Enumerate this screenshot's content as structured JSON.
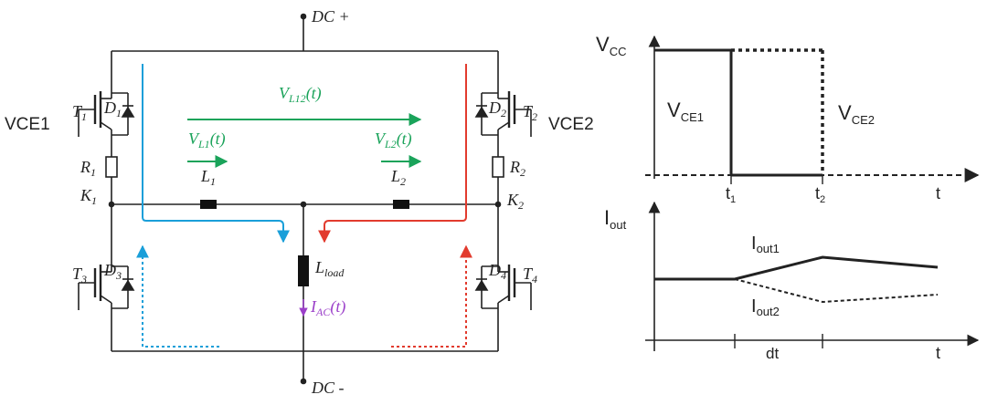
{
  "circuit": {
    "dc_plus": "DC +",
    "dc_minus": "DC -",
    "vce1_label": "VCE1",
    "vce2_label": "VCE2",
    "t1": {
      "main": "T",
      "sub": "1"
    },
    "t2": {
      "main": "T",
      "sub": "2"
    },
    "t3": {
      "main": "T",
      "sub": "3"
    },
    "t4": {
      "main": "T",
      "sub": "4"
    },
    "d1": {
      "main": "D",
      "sub": "1"
    },
    "d2": {
      "main": "D",
      "sub": "2"
    },
    "d3": {
      "main": "D",
      "sub": "3"
    },
    "d4": {
      "main": "D",
      "sub": "4"
    },
    "r1": {
      "main": "R",
      "sub": "1"
    },
    "r2": {
      "main": "R",
      "sub": "2"
    },
    "k1": {
      "main": "K",
      "sub": "1"
    },
    "k2": {
      "main": "K",
      "sub": "2"
    },
    "l1": {
      "main": "L",
      "sub": "1"
    },
    "l2": {
      "main": "L",
      "sub": "2"
    },
    "lload": {
      "main": "L",
      "sub": "load"
    },
    "vl12": {
      "main": "V",
      "sub": "L12",
      "tail": "(t)"
    },
    "vl1": {
      "main": "V",
      "sub": "L1",
      "tail": "(t)"
    },
    "vl2": {
      "main": "V",
      "sub": "L2",
      "tail": "(t)"
    },
    "iac": {
      "main": "I",
      "sub": "AC",
      "tail": "(t)"
    }
  },
  "waveform_top": {
    "vcc": {
      "main": "V",
      "sub": "CC"
    },
    "vce1": {
      "main": "V",
      "sub": "CE1"
    },
    "vce2": {
      "main": "V",
      "sub": "CE2"
    },
    "t1": {
      "main": "t",
      "sub": "1"
    },
    "t2": {
      "main": "t",
      "sub": "2"
    },
    "t_axis": "t"
  },
  "waveform_bottom": {
    "iout": {
      "main": "I",
      "sub": "out"
    },
    "iout1": {
      "main": "I",
      "sub": "out1"
    },
    "iout2": {
      "main": "I",
      "sub": "out2"
    },
    "dt": "dt",
    "t_axis": "t"
  },
  "colors": {
    "green": "#1aa35a",
    "blue": "#1a9fd9",
    "red": "#e23b2e",
    "purple": "#9b3fc9",
    "line": "#222222"
  }
}
